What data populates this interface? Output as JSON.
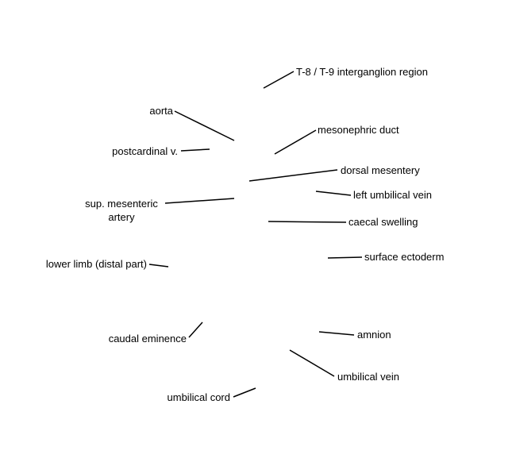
{
  "colors": {
    "background": "#ffffff",
    "text": "#000000",
    "leader": "#000000"
  },
  "labels": {
    "t8_t9_intergranglion_region": "T-8 / T-9 interganglion region",
    "aorta": "aorta",
    "mesonephric_duct": "mesonephric duct",
    "postcardinal_v": "postcardinal v.",
    "dorsal_mesentery": "dorsal mesentery",
    "left_umbilical_vein": "left umbilical vein",
    "sup_mesenteric_artery": [
      "sup. mesenteric",
      "artery"
    ],
    "caecal_swelling": "caecal swelling",
    "surface_ectoderm": "surface ectoderm",
    "lower_limb_distal_part": "lower limb (distal part)",
    "amnion": "amnion",
    "caudal_eminence": "caudal eminence",
    "umbilical_vein": "umbilical vein",
    "umbilical_cord": "umbilical cord"
  }
}
